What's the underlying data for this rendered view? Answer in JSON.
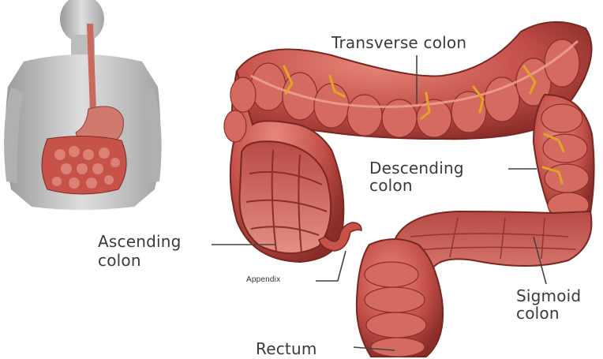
{
  "labels": {
    "transverse": [
      "Transverse colon"
    ],
    "descending": [
      "Descending",
      "colon"
    ],
    "ascending": [
      "Ascending",
      "colon"
    ],
    "appendix": [
      "Appendix"
    ],
    "sigmoid": [
      "Sigmoid",
      "colon"
    ],
    "rectum": [
      "Rectum"
    ]
  },
  "colors": {
    "tissue": "#c8554e",
    "tissue_dark": "#8e2e2a",
    "tissue_light": "#e89a8c",
    "vessel": "#e0a020",
    "body_skin": "#c9c9c9",
    "label_text": "#3a3a3a"
  }
}
